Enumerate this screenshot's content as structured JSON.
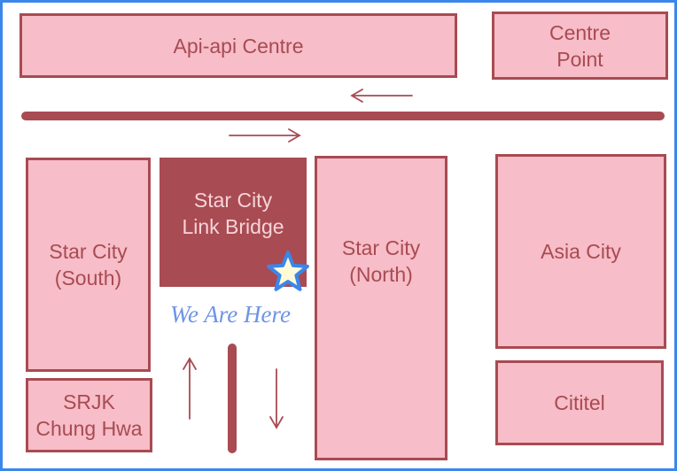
{
  "buildings": {
    "api_api_centre": "Api-api Centre",
    "centre_point": "Centre\nPoint",
    "star_city_south": "Star City\n(South)",
    "link_bridge": "Star City\nLink Bridge",
    "star_city_north": "Star City\n(North)",
    "asia_city": "Asia City",
    "srjk_chung_hwa": "SRJK\nChung Hwa",
    "cititel": "Cititel"
  },
  "marker": {
    "label": "We Are Here",
    "icon": "star-icon"
  },
  "colors": {
    "building_fill": "#f7bdc8",
    "building_border": "#a84b52",
    "road": "#a84b52",
    "frame": "#3b86ea",
    "marker_text": "#6e94e6",
    "star_fill": "#fffbd8",
    "star_outline": "#3b86ea"
  }
}
